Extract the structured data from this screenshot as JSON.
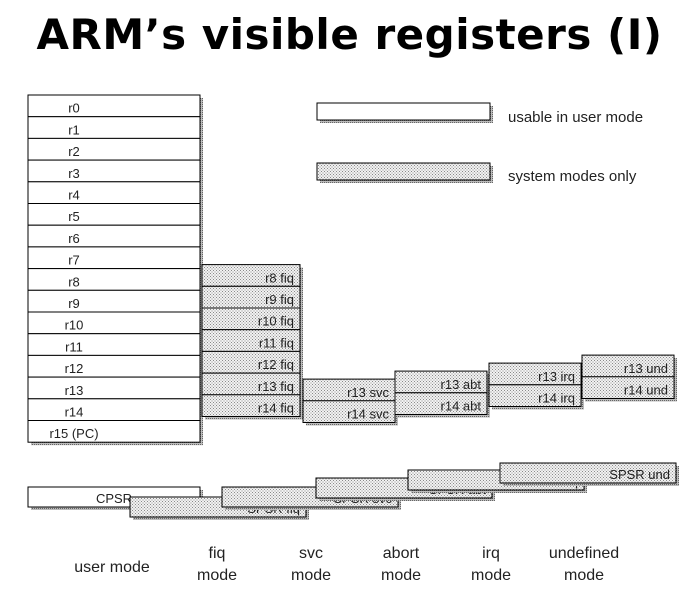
{
  "title": "ARM’s visible registers (I)",
  "legend": {
    "user": "usable in user mode",
    "system": "system modes only"
  },
  "user_registers": [
    "r0",
    "r1",
    "r2",
    "r3",
    "r4",
    "r5",
    "r6",
    "r7",
    "r8",
    "r9",
    "r10",
    "r11",
    "r12",
    "r13",
    "r14",
    "r15 (PC)"
  ],
  "fiq_registers": [
    "r8_fiq",
    "r9_fiq",
    "r10_fiq",
    "r11_fiq",
    "r12_fiq",
    "r13_fiq",
    "r14_fiq"
  ],
  "svc_registers": [
    "r13_svc",
    "r14_svc"
  ],
  "abt_registers": [
    "r13_abt",
    "r14_abt"
  ],
  "irq_registers": [
    "r13_irq",
    "r14_irq"
  ],
  "und_registers": [
    "r13_und",
    "r14_und"
  ],
  "status": {
    "cpsr": "CPSR",
    "spsr_fiq": "SPSR_fiq",
    "spsr_svc": "SPSR_svc",
    "spsr_abt": "SPSR_abt",
    "spsr_irq": "SPSR_irq",
    "spsr_und": "SPSR_und"
  },
  "modes": [
    {
      "line1": "user mode",
      "line2": ""
    },
    {
      "line1": "fiq",
      "line2": "mode"
    },
    {
      "line1": "svc",
      "line2": "mode"
    },
    {
      "line1": "abort",
      "line2": "mode"
    },
    {
      "line1": "irq",
      "line2": "mode"
    },
    {
      "line1": "undefined",
      "line2": "mode"
    }
  ]
}
